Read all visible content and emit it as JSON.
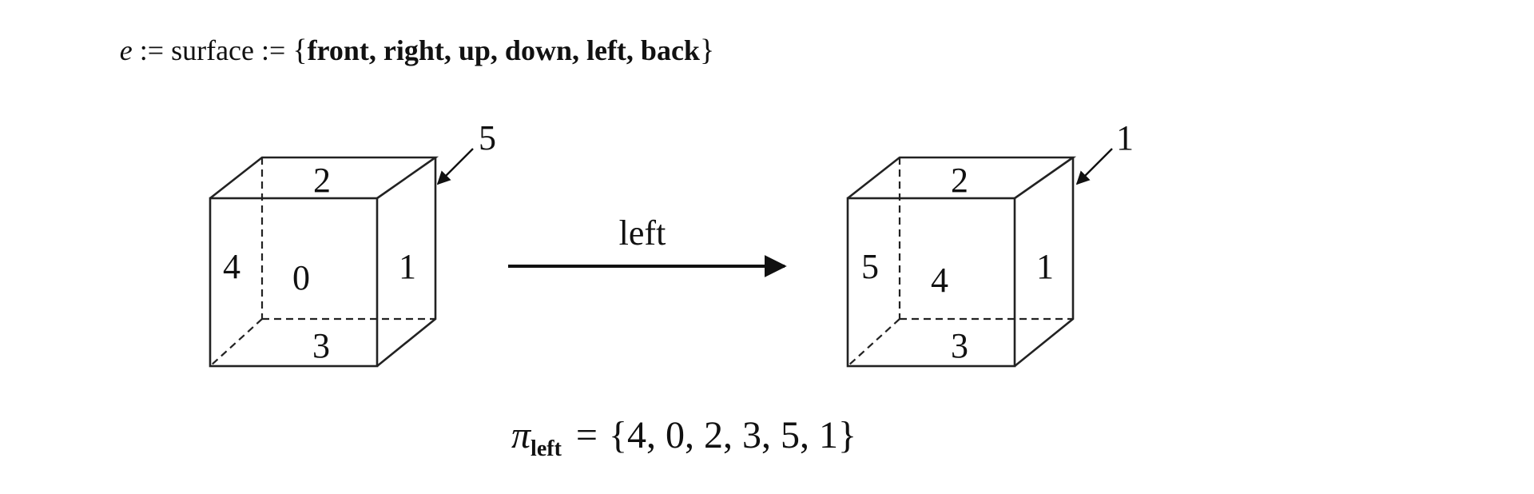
{
  "definition": {
    "var": "e",
    "assign1": " := ",
    "word": "surface",
    "assign2": " := ",
    "open": "{",
    "items": "front, right, up, down, left, back",
    "close": "}"
  },
  "cube_before": {
    "labels": {
      "front": "0",
      "right": "1",
      "up": "2",
      "down": "3",
      "left": "4",
      "back": "5"
    }
  },
  "transition": {
    "label": "left"
  },
  "cube_after": {
    "labels": {
      "front": "4",
      "right": "1",
      "up": "2",
      "down": "3",
      "left": "5",
      "back": "1"
    }
  },
  "permutation": {
    "symbol": "π",
    "subscript": "left",
    "equals": "=",
    "open": "{",
    "values": "4, 0, 2, 3, 5, 1",
    "close": "}"
  }
}
